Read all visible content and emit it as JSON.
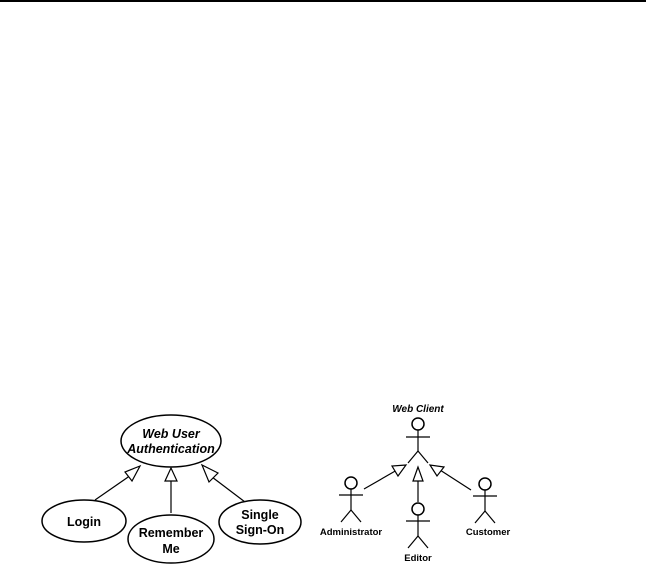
{
  "usecase_diagram": {
    "parent": {
      "line1": "Web User",
      "line2": "Authentication"
    },
    "children": [
      {
        "line1": "Login",
        "line2": ""
      },
      {
        "line1": "Remember",
        "line2": "Me"
      },
      {
        "line1": "Single",
        "line2": "Sign-On"
      }
    ]
  },
  "actor_diagram": {
    "parent": {
      "label": "Web Client"
    },
    "children": [
      {
        "label": "Administrator"
      },
      {
        "label": "Editor"
      },
      {
        "label": "Customer"
      }
    ]
  },
  "colors": {
    "stroke": "#000000",
    "fill": "#ffffff"
  }
}
